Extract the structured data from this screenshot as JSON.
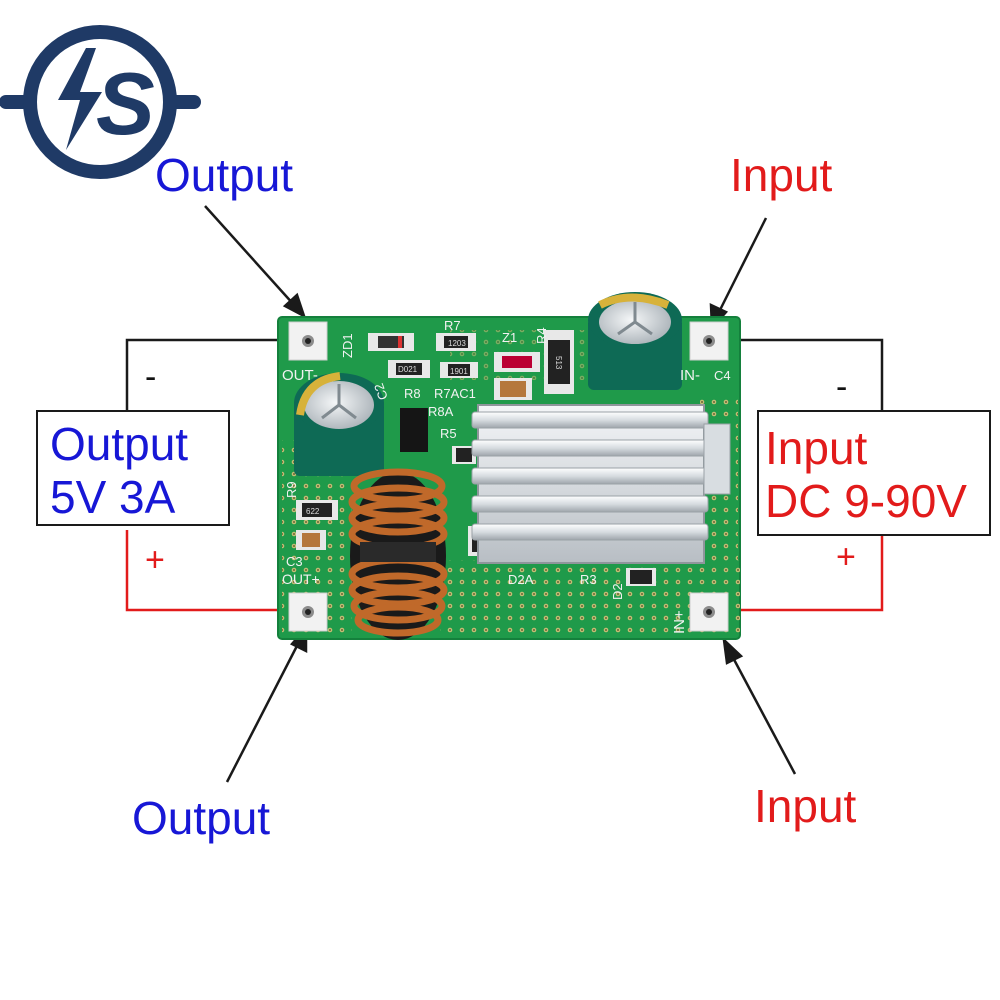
{
  "logo": {
    "text": "S",
    "color": "#1f3a66"
  },
  "labels": {
    "output_top": "Output",
    "output_bottom": "Output",
    "input_top": "Input",
    "input_bottom": "Input",
    "minus_left": "-",
    "plus_left": "+",
    "minus_right": "-",
    "plus_right": "+"
  },
  "output_box": {
    "line1": "Output",
    "line2": "5V 3A"
  },
  "input_box": {
    "line1": "Input",
    "line2": "DC 9-90V"
  },
  "board": {
    "silkscreen": {
      "zd1": "ZD1",
      "r7": "R7",
      "z1": "Z1",
      "r4": "R4",
      "out_minus": "OUT-",
      "c2": "C2",
      "r8": "R8",
      "r7ac1": "R7AC1",
      "r8a": "R8A",
      "r5": "R5",
      "in_minus": "IN-",
      "c4": "C4",
      "r9": "R9",
      "c3": "C3",
      "out_plus": "OUT+",
      "d2a": "D2A",
      "r3": "R3",
      "d2": "D2",
      "in_plus": "IN+",
      "chip_1203": "1203",
      "chip_d021": "D021",
      "chip_1901": "1901",
      "chip_513": "513",
      "chip_622": "622"
    }
  },
  "colors": {
    "output_text": "#1717d6",
    "input_text": "#e21b1b",
    "pcb": "#1f9a4a",
    "wire_red": "#e21b1b",
    "wire_black": "#1a1a1a"
  }
}
